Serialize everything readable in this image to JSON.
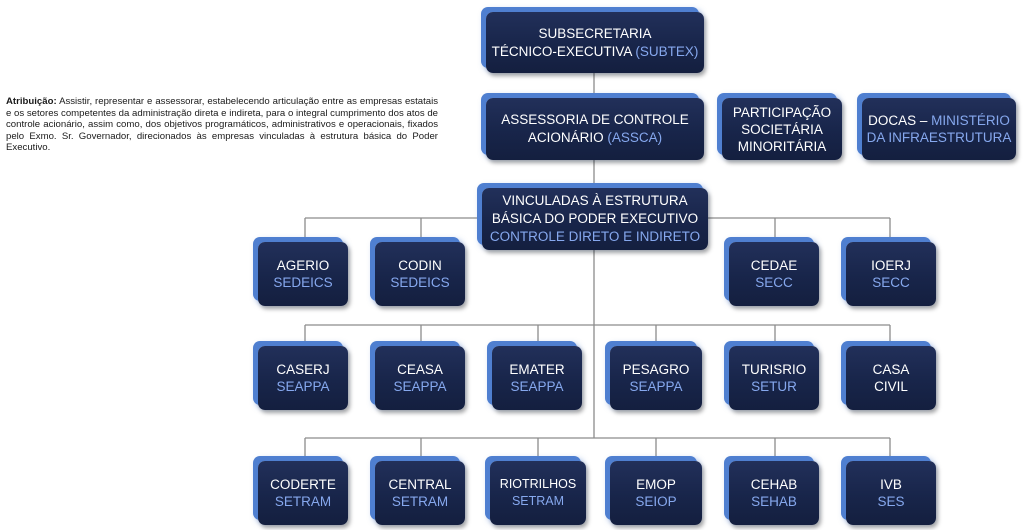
{
  "description": {
    "label": "Atribuição:",
    "text": "Assistir, representar e assessorar, estabelecendo articulação entre as empresas estatais e os setores competentes da administração direta e indireta, para o integral cumprimento dos atos de controle acionário, assim como, dos objetivos programáticos, administrativos e operacionais, fixados pelo Exmo. Sr. Governador, direcionados às empresas vinculadas à estrutura básica do Poder Executivo."
  },
  "top": {
    "line1": "SUBSECRETARIA",
    "line2": "TÉCNICO-EXECUTIVA",
    "abbr": "(SUBTEX)"
  },
  "assca": {
    "line1": "ASSESSORIA DE CONTROLE",
    "line2": "ACIONÁRIO",
    "abbr": "(ASSCA)"
  },
  "participacao": {
    "line1": "PARTICIPAÇÃO",
    "line2": "SOCIETÁRIA",
    "line3": "MINORITÁRIA"
  },
  "docas": {
    "name": "DOCAS –",
    "h1": "MINISTÉRIO",
    "h2": "DA INFRAESTRUTURA"
  },
  "vinculadas": {
    "line1": "VINCULADAS À ESTRUTURA",
    "line2": "BÁSICA DO PODER EXECUTIVO",
    "line3": "CONTROLE DIRETO E INDIRETO"
  },
  "row1": [
    {
      "name": "AGERIO",
      "sec": "SEDEICS"
    },
    {
      "name": "CODIN",
      "sec": "SEDEICS"
    },
    {
      "name": "CEDAE",
      "sec": "SECC"
    },
    {
      "name": "IOERJ",
      "sec": "SECC"
    }
  ],
  "row2": [
    {
      "name": "CASERJ",
      "sec": "SEAPPA"
    },
    {
      "name": "CEASA",
      "sec": "SEAPPA"
    },
    {
      "name": "EMATER",
      "sec": "SEAPPA"
    },
    {
      "name": "PESAGRO",
      "sec": "SEAPPA"
    },
    {
      "name": "TURISRIO",
      "sec": "SETUR"
    },
    {
      "name": "CASA",
      "sec": "CIVIL"
    }
  ],
  "row3": [
    {
      "name": "CODERTE",
      "sec": "SETRAM"
    },
    {
      "name": "CENTRAL",
      "sec": "SETRAM"
    },
    {
      "name": "RIOTRILHOS",
      "sec": "SETRAM"
    },
    {
      "name": "EMOP",
      "sec": "SEIOP"
    },
    {
      "name": "CEHAB",
      "sec": "SEHAB"
    },
    {
      "name": "IVB",
      "sec": "SES"
    }
  ]
}
